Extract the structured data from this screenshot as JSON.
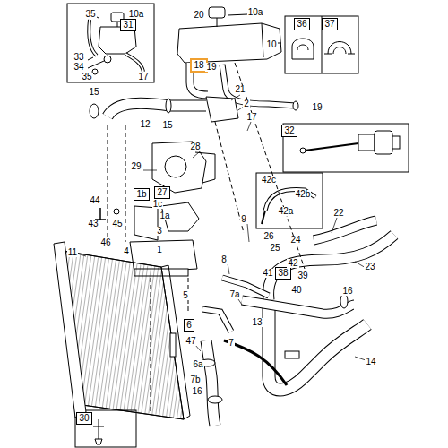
{
  "diagram": {
    "nodes": [
      {
        "text": [
          "31"
        ]
      },
      {
        "text": [
          "18"
        ]
      },
      {
        "text": [
          "36"
        ]
      },
      {
        "text": [
          "37"
        ]
      },
      {
        "text": [
          "32"
        ]
      },
      {
        "text": [
          "1b"
        ]
      },
      {
        "text": [
          "27"
        ]
      },
      {
        "text": [
          "38"
        ]
      },
      {
        "text": [
          "6"
        ]
      },
      {
        "text": [
          "30"
        ]
      }
    ],
    "labels": [
      "35",
      "10a",
      "33",
      "34",
      "35",
      "17",
      "20",
      "10a",
      "10",
      "19",
      "21",
      "17",
      "19",
      "15",
      "12",
      "15",
      "2",
      "28",
      "29",
      "1c",
      "1a",
      "3",
      "44",
      "43",
      "45",
      "46",
      "1",
      "11",
      "4",
      "42c",
      "42b",
      "42a",
      "9",
      "22",
      "26",
      "24",
      "25",
      "42",
      "8",
      "41",
      "39",
      "23",
      "40",
      "16",
      "5",
      "7a",
      "13",
      "47",
      "7",
      "14",
      "6a",
      "7b",
      "16"
    ]
  }
}
